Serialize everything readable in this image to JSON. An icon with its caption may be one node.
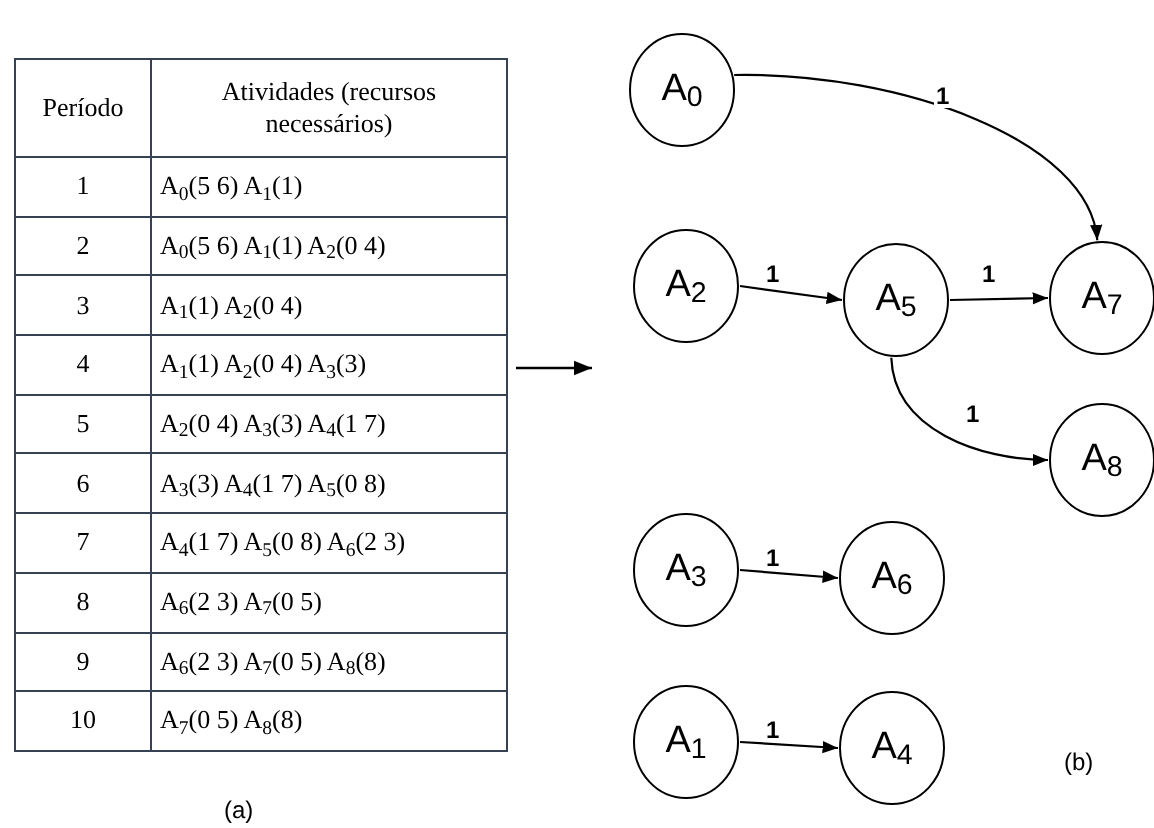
{
  "diagram": {
    "nodes": [
      {
        "text": [
          "A$_{0}$"
        ]
      },
      {
        "text": [
          "A$_{2}$"
        ]
      },
      {
        "text": [
          "A$_{5}$"
        ]
      },
      {
        "text": [
          "A$_{7}$"
        ]
      },
      {
        "text": [
          "A$_{8}$"
        ]
      },
      {
        "text": [
          "A$_{3}$"
        ]
      },
      {
        "text": [
          "A$_{6}$"
        ]
      },
      {
        "text": [
          "A$_{1}$"
        ]
      },
      {
        "text": [
          "A$_{4}$"
        ]
      }
    ],
    "edges": [
      {
        "from": 0,
        "to": 3,
        "arrow": "to",
        "label": "1"
      },
      {
        "from": 1,
        "to": 2,
        "arrow": "to",
        "label": "1"
      },
      {
        "from": 2,
        "to": 3,
        "arrow": "to",
        "label": "1"
      },
      {
        "from": 2,
        "to": 4,
        "arrow": "to",
        "label": "1"
      },
      {
        "from": 5,
        "to": 6,
        "arrow": "to",
        "label": "1"
      },
      {
        "from": 7,
        "to": 8,
        "arrow": "to",
        "label": "1"
      }
    ],
    "labels": [
      "Período",
      "Atividades (recursos necessários)",
      "1",
      "A$_{0}$(5 6) A$_{1}$(1)",
      "2",
      "A$_{0}$(5 6) A$_{1}$(1) A$_{2}$(0 4)",
      "3",
      "A$_{1}$(1) A$_{2}$(0 4)",
      "4",
      "A$_{1}$(1) A$_{2}$(0 4) A$_{3}$(3)",
      "5",
      "A$_{2}$(0 4) A$_{3}$(3) A$_{4}$(1 7)",
      "6",
      "A$_{3}$(3) A$_{4}$(1 7) A$_{5}$(0 8)",
      "7",
      "A$_{4}$(1 7) A$_{5}$(0 8) A$_{6}$(2 3)",
      "8",
      "A$_{6}$(2 3) A$_{7}$(0 5)",
      "9",
      "A$_{6}$(2 3) A$_{7}$(0 5) A$_{8}$(8)",
      "10",
      "A$_{7}$(0 5) A$_{8}$(8)",
      "(a)",
      "(b)"
    ]
  }
}
